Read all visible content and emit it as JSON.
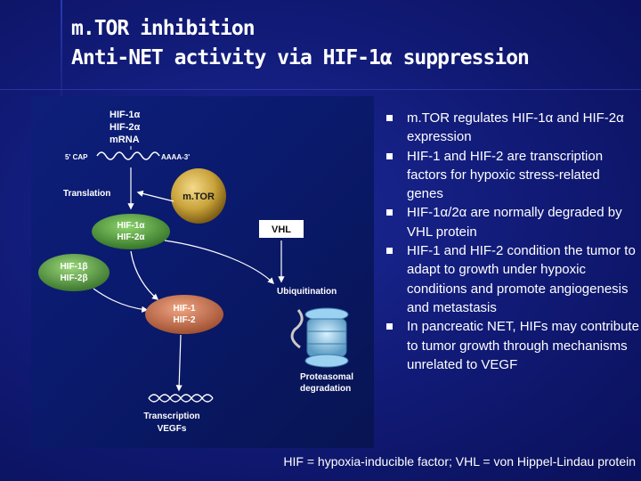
{
  "slide": {
    "title_line1": "m.TOR inhibition",
    "title_line2": "Anti-NET activity via HIF-1α suppression",
    "footnote": "HIF = hypoxia-inducible factor; VHL = von Hippel-Lindau protein"
  },
  "bullets": [
    "m.TOR regulates HIF-1α and HIF-2α expression",
    "HIF-1 and HIF-2 are transcription factors for hypoxic stress-related genes",
    "HIF-1α/2α are normally degraded by VHL protein",
    "HIF-1 and HIF-2 condition the tumor to adapt to growth under hypoxic conditions and promote angiogenesis and metastasis",
    "In pancreatic NET, HIFs may contribute to tumor growth through mechanisms unrelated to VEGF"
  ],
  "diagram": {
    "mrna_label_1": "HIF-1α",
    "mrna_label_2": "HIF-2α",
    "mrna_label_3": "mRNA",
    "cap": "5' CAP",
    "polya": "AAAA-3'",
    "translation": "Translation",
    "mtor": "m.TOR",
    "hif_a_1": "HIF-1α",
    "hif_a_2": "HIF-2α",
    "vhl": "VHL",
    "hif_b_1": "HIF-1β",
    "hif_b_2": "HIF-2β",
    "ubiquitination": "Ubiquitination",
    "hif_complex_1": "HIF-1",
    "hif_complex_2": "HIF-2",
    "proteasomal_1": "Proteasomal",
    "proteasomal_2": "degradation",
    "transcription": "Transcription",
    "vegfs": "VEGFs"
  },
  "colors": {
    "background": "#121c7a",
    "mtor_sphere": "#c9a33a",
    "hif_alpha": "#4f9a3e",
    "hif_beta": "#5aa64a",
    "hif_complex": "#c76f4c"
  }
}
